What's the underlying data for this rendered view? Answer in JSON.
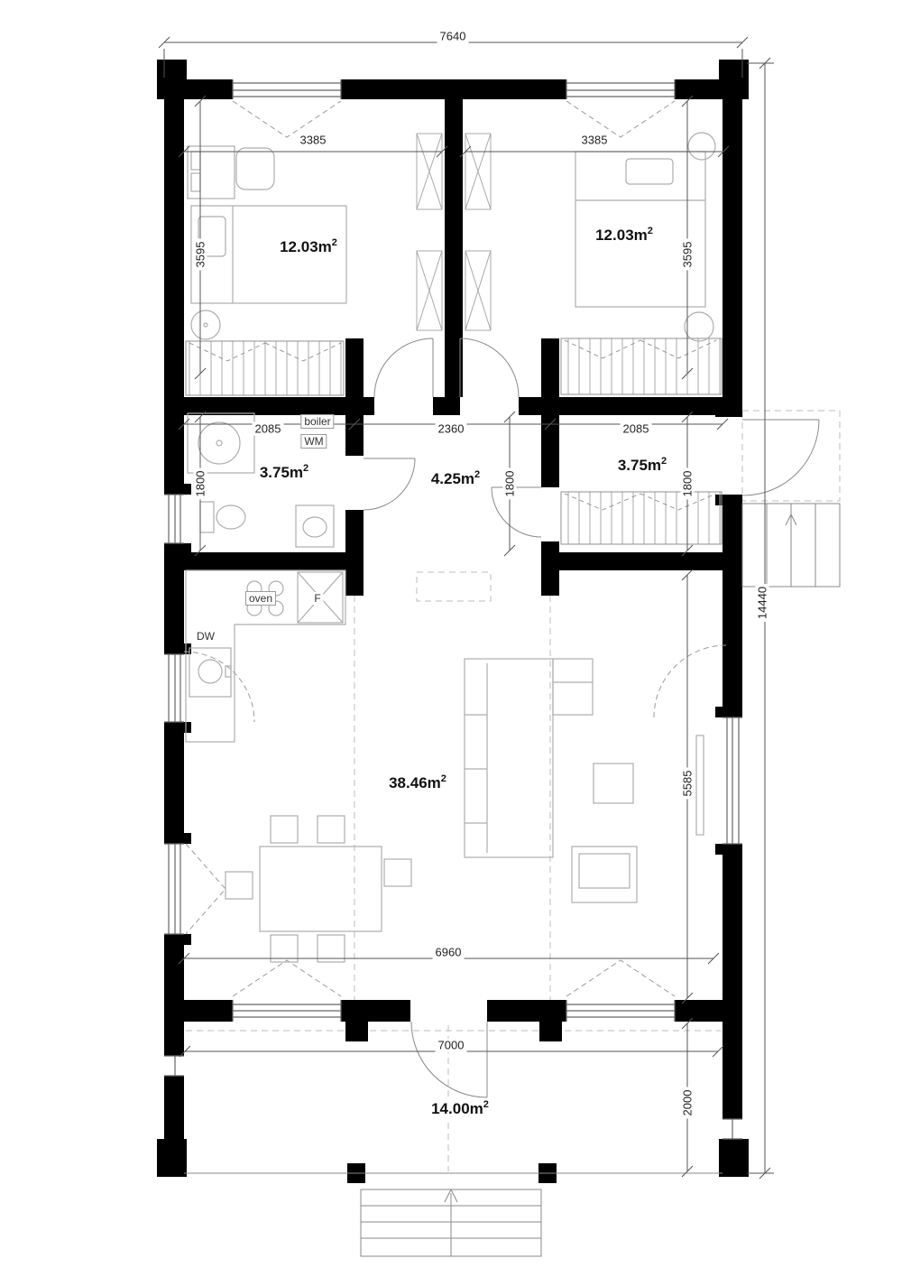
{
  "rooms": {
    "bedroom_left": {
      "area": "12.03m",
      "sup": "2"
    },
    "bedroom_right": {
      "area": "12.03m",
      "sup": "2"
    },
    "bath": {
      "area": "3.75m",
      "sup": "2"
    },
    "hall": {
      "area": "4.25m",
      "sup": "2"
    },
    "entry": {
      "area": "3.75m",
      "sup": "2"
    },
    "living": {
      "area": "38.46m",
      "sup": "2"
    },
    "terrace": {
      "area": "14.00m",
      "sup": "2"
    }
  },
  "dims": {
    "total_width": "7640",
    "total_height": "14440",
    "bedroom_left_w": "3385",
    "bedroom_right_w": "3385",
    "bedroom_left_h": "3595",
    "bedroom_right_h": "3595",
    "bath_w": "2085",
    "hall_w": "2360",
    "entry_w": "2085",
    "bath_h": "1800",
    "hall_h": "1800",
    "entry_h": "1800",
    "living_h": "5585",
    "living_w": "6960",
    "terrace_w": "7000",
    "terrace_h": "2000"
  },
  "appliances": {
    "boiler": "boiler",
    "washing_machine": "WM",
    "oven": "oven",
    "fridge": "F",
    "dishwasher": "DW"
  },
  "colors": {
    "wall": "#000000",
    "furniture": "#adadad",
    "dimension": "#555555"
  }
}
